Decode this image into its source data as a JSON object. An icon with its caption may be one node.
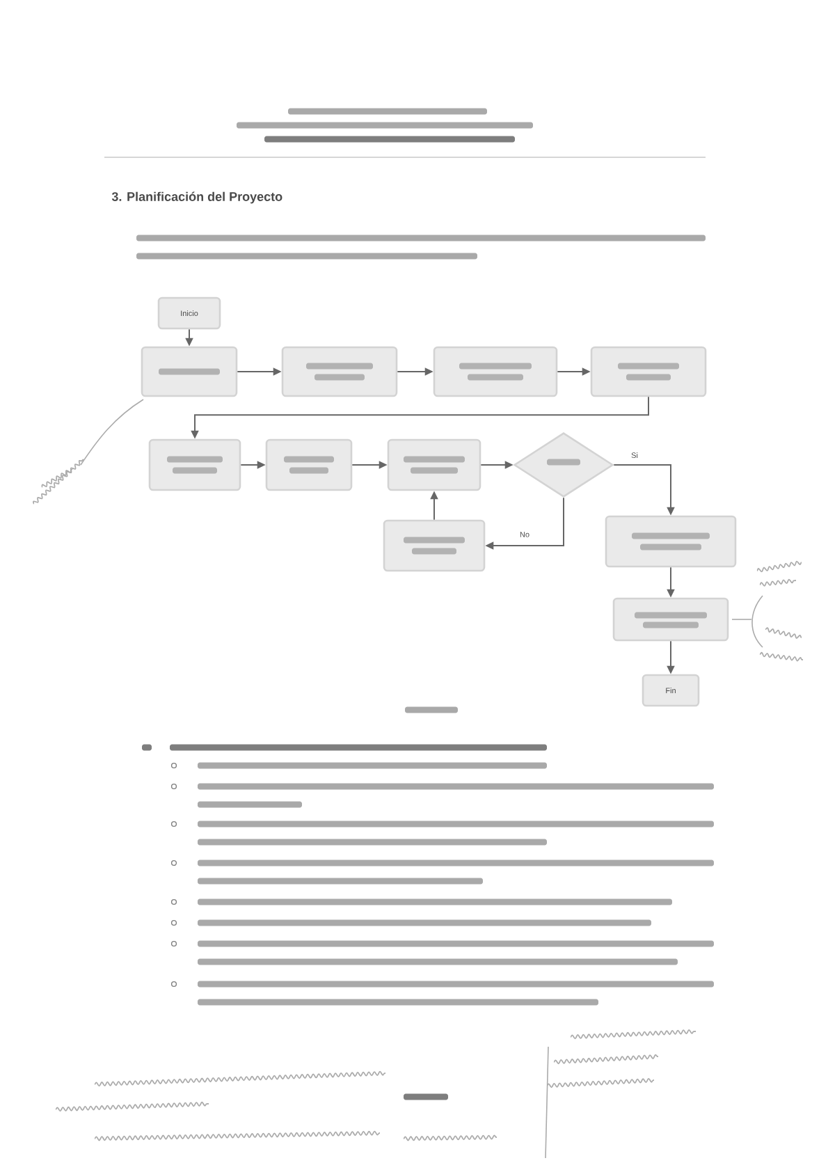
{
  "diagram": {
    "title": "3. Planificación del Proyecto",
    "nodes": [
      {
        "text": [
          "Inicio"
        ]
      },
      {
        "text": [],
        "shape": "box"
      },
      {
        "text": [],
        "shape": "box"
      },
      {
        "text": [],
        "shape": "box"
      },
      {
        "text": [],
        "shape": "box"
      },
      {
        "text": [],
        "shape": "box"
      },
      {
        "text": [],
        "shape": "box"
      },
      {
        "text": [],
        "shape": "box"
      },
      {
        "text": [],
        "shape": "diamond"
      },
      {
        "text": [],
        "shape": "box"
      },
      {
        "text": [],
        "shape": "box"
      },
      {
        "text": [],
        "shape": "box"
      },
      {
        "text": [
          "Fin"
        ]
      }
    ],
    "edges": [
      {
        "from": 0,
        "to": 1,
        "arrow": "to"
      },
      {
        "from": 1,
        "to": 2,
        "arrow": "to"
      },
      {
        "from": 2,
        "to": 3,
        "arrow": "to"
      },
      {
        "from": 3,
        "to": 4,
        "arrow": "to"
      },
      {
        "from": 4,
        "to": 5,
        "arrow": "to"
      },
      {
        "from": 5,
        "to": 6,
        "arrow": "to"
      },
      {
        "from": 6,
        "to": 7,
        "arrow": "to"
      },
      {
        "from": 7,
        "to": 8,
        "arrow": "to"
      },
      {
        "from": 8,
        "to": 10,
        "arrow": "to",
        "label": "Si"
      },
      {
        "from": 8,
        "to": 9,
        "arrow": "to",
        "label": "No"
      },
      {
        "from": 9,
        "to": 7,
        "arrow": "to"
      },
      {
        "from": 10,
        "to": 11,
        "arrow": "to"
      },
      {
        "from": 11,
        "to": 12,
        "arrow": "to"
      }
    ]
  }
}
